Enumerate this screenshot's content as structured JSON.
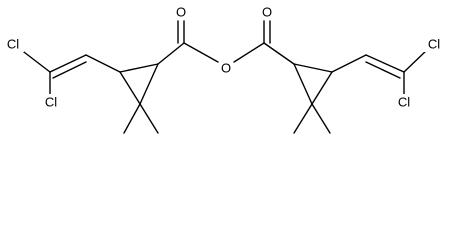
{
  "molecule": {
    "atoms": {
      "cl_left_top": "Cl",
      "cl_left_bottom": "Cl",
      "o_left_carbonyl": "O",
      "o_bridge": "O",
      "o_right_carbonyl": "O",
      "cl_right_top": "Cl",
      "cl_right_bottom": "Cl"
    }
  }
}
